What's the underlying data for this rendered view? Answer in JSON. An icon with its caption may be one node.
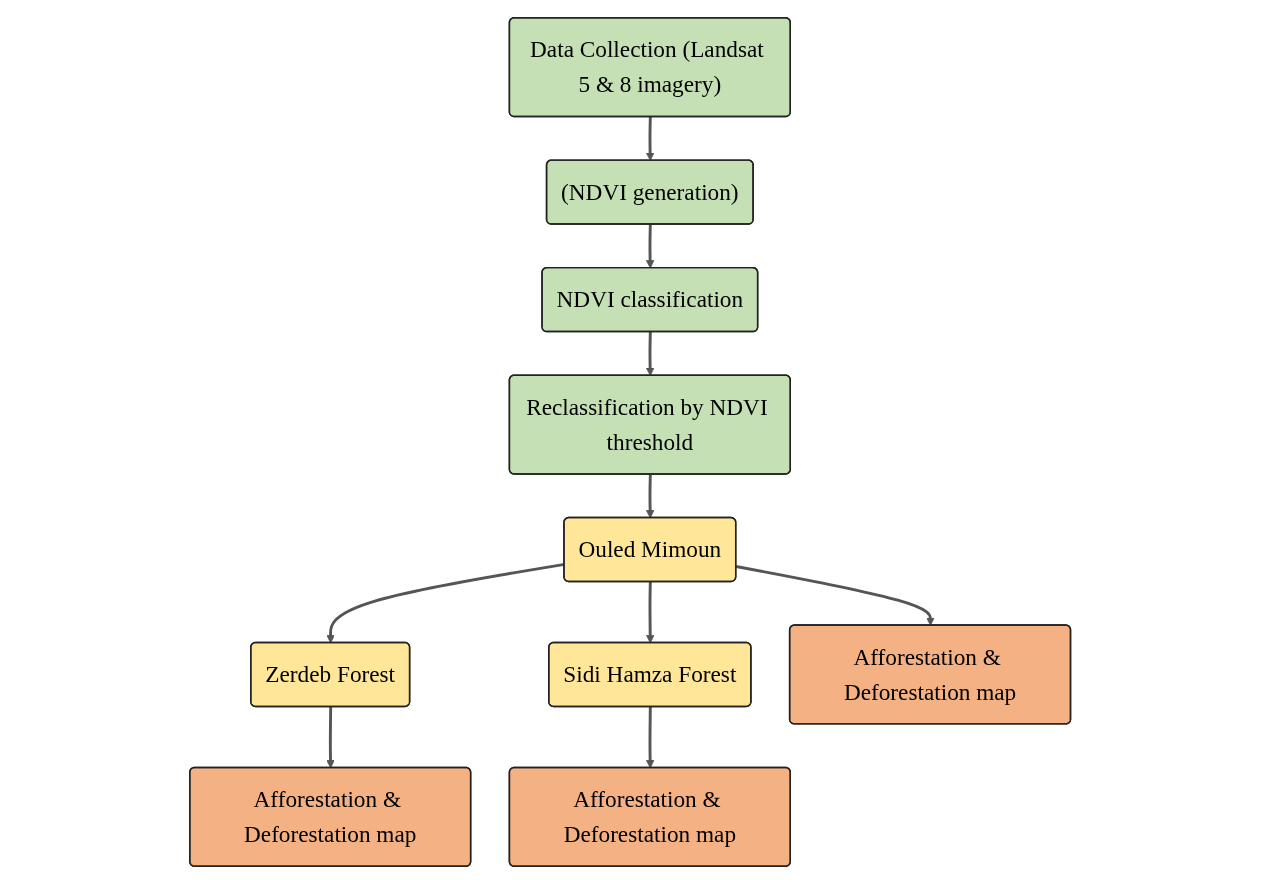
{
  "diagram": {
    "nodes": [
      {
        "text": [
          "Data Collection (Landsat 5 & 8 imagery)"
        ]
      },
      {
        "text": [
          "(NDVI generation)"
        ]
      },
      {
        "text": [
          "NDVI classification"
        ]
      },
      {
        "text": [
          "Reclassification by NDVI threshold"
        ]
      },
      {
        "text": [
          "Zerdeb Forest"
        ]
      },
      {
        "text": [
          "Ouled Mimoun"
        ]
      },
      {
        "text": [
          "Sidi Hamza Forest"
        ]
      },
      {
        "text": [
          "Afforestation & Deforestation map"
        ]
      },
      {
        "text": [
          "Afforestation & Deforestation map"
        ]
      },
      {
        "text": [
          "Afforestation & Deforestation map"
        ]
      }
    ],
    "edges": [
      {
        "from": 0,
        "to": 1,
        "arrow": "to"
      },
      {
        "from": 1,
        "to": 2,
        "arrow": "to"
      },
      {
        "from": 2,
        "to": 3,
        "arrow": "to"
      },
      {
        "from": 3,
        "to": 5,
        "arrow": "to"
      },
      {
        "from": 5,
        "to": 4,
        "arrow": "to"
      },
      {
        "from": 5,
        "to": 6,
        "arrow": "to"
      },
      {
        "from": 4,
        "to": 7,
        "arrow": "to"
      },
      {
        "from": 5,
        "to": 8,
        "arrow": "to"
      },
      {
        "from": 6,
        "to": 9,
        "arrow": "to"
      }
    ]
  }
}
